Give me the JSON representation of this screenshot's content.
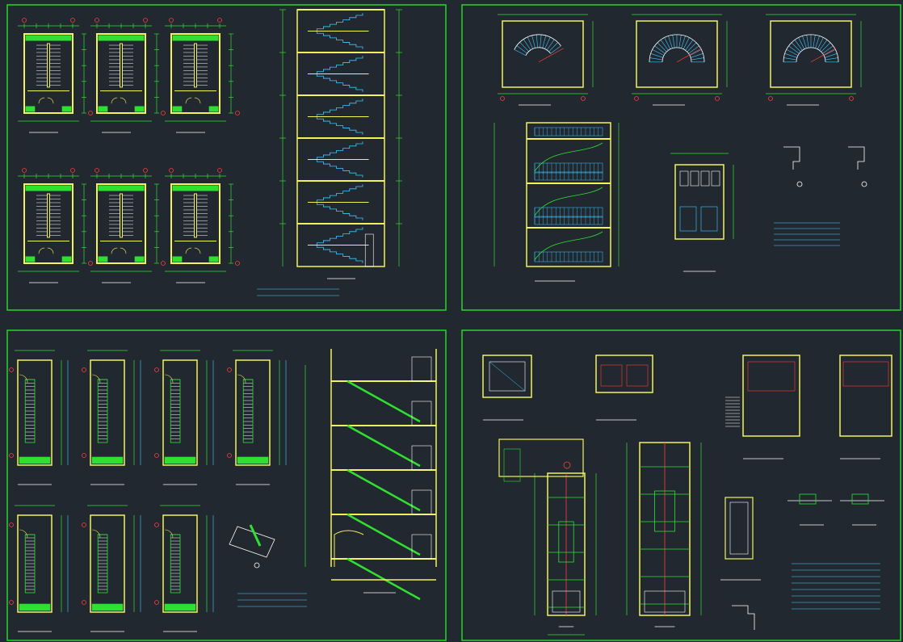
{
  "colors": {
    "background": "#212830",
    "frame": "#2bd22b",
    "wall": "#f2f25a",
    "dim": "#30e030",
    "axis": "#ff3a3a",
    "stair": "#40c8ff",
    "fill": "#ffffff",
    "text_red": "#ff3b3b",
    "text_cyan": "#4fd4ff"
  },
  "sheets": [
    {
      "id": "sheet-top-left",
      "panel": "tl"
    },
    {
      "id": "sheet-top-right",
      "panel": "tr"
    },
    {
      "id": "sheet-bottom-left",
      "panel": "bl"
    },
    {
      "id": "sheet-bottom-right",
      "panel": "br"
    }
  ],
  "labels": {
    "tl": [
      "",
      "",
      "",
      "",
      "",
      ""
    ],
    "section_tl": "",
    "tr": [
      "",
      "",
      ""
    ],
    "section_tr": "",
    "bl": [
      "",
      "",
      "",
      "",
      "",
      "",
      ""
    ],
    "section_bl": "",
    "br": [
      "",
      "",
      "",
      ""
    ],
    "section_br": ""
  }
}
